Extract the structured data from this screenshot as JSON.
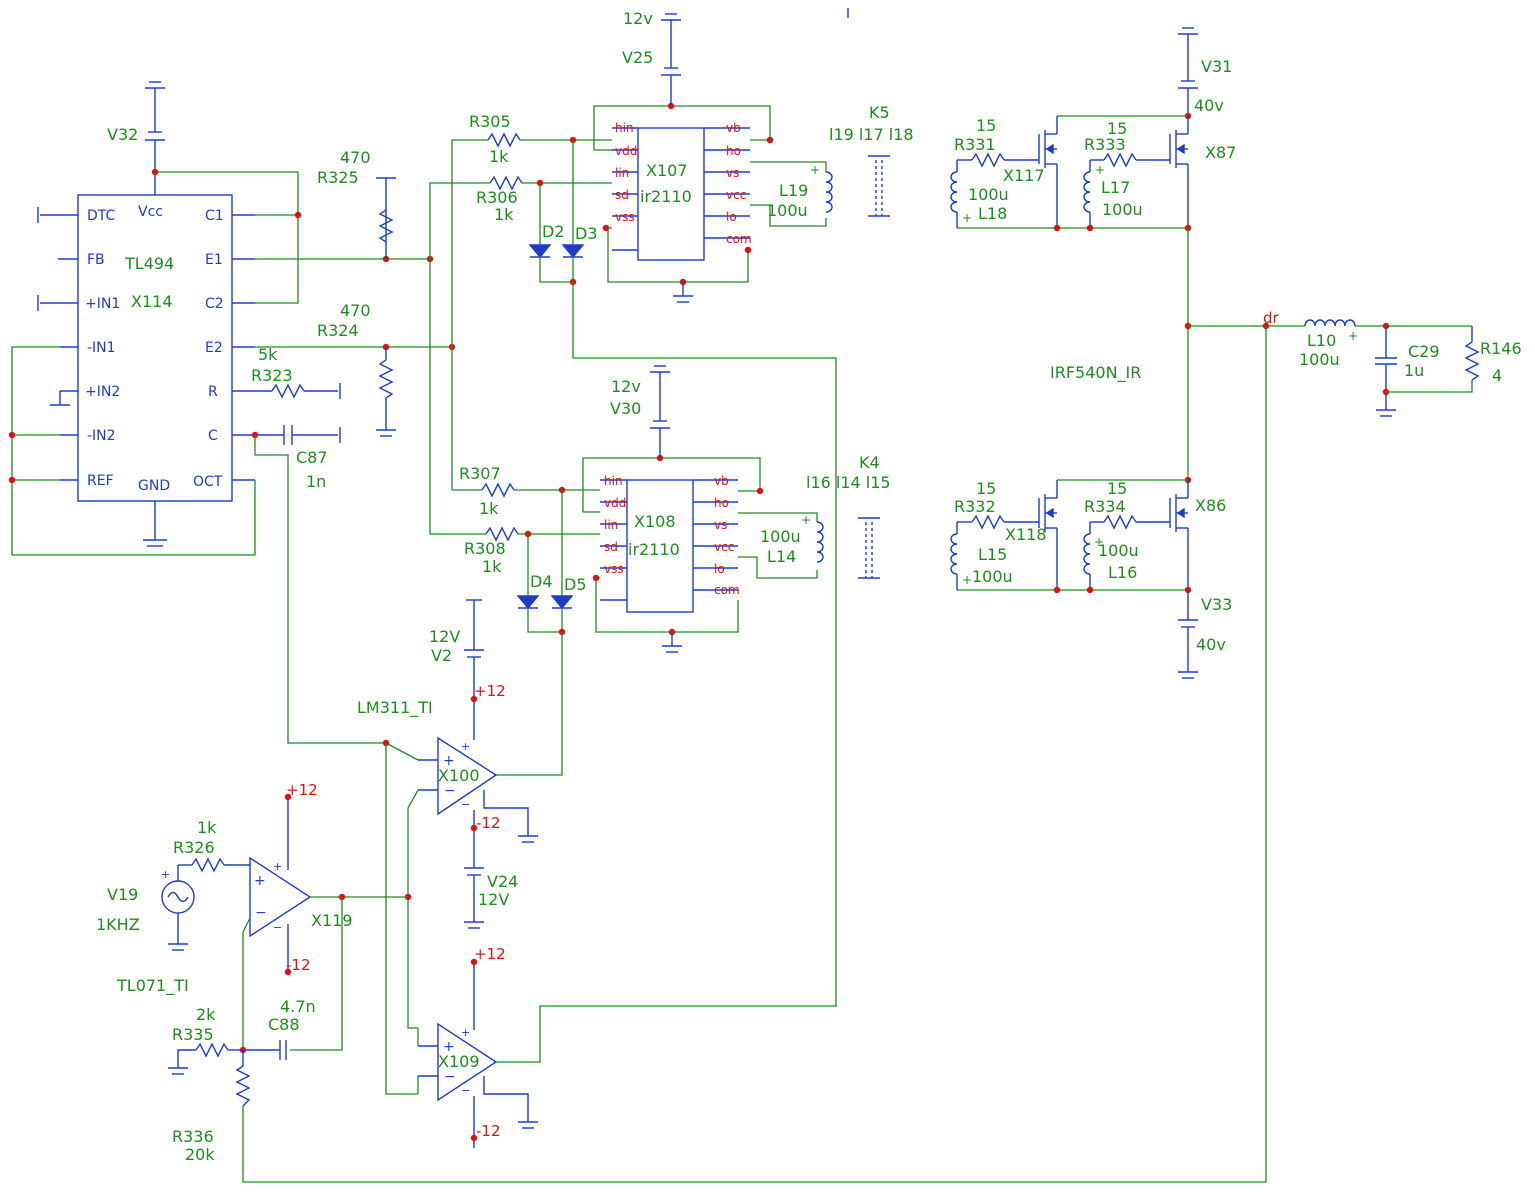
{
  "colors": {
    "wire": "#1e8c1e",
    "component": "#1e3cc8",
    "node": "#e01010",
    "label": "#1e8c1e"
  },
  "labels": {
    "v32": "V32",
    "r325_val": "470",
    "r325": "R325",
    "r324_val": "470",
    "r324": "R324",
    "r323_val": "5k",
    "r323": "R323",
    "c87": "C87",
    "c87_val": "1n",
    "r305": "R305",
    "r305_val": "1k",
    "r306": "R306",
    "r306_val": "1k",
    "r307": "R307",
    "r307_val": "1k",
    "r308": "R308",
    "r308_val": "1k",
    "d2": "D2",
    "d3": "D3",
    "d4": "D4",
    "d5": "D5",
    "v25_val": "12v",
    "v25": "V25",
    "v30_val": "12v",
    "v30": "V30",
    "x107": "X107",
    "x108": "X108",
    "ir2110a": "ir2110",
    "ir2110b": "ir2110",
    "k5": "K5",
    "k5_coils": "l19 l17 l18",
    "k4": "K4",
    "k4_coils": "l16 l14 l15",
    "l19": "L19",
    "l19_val": "100u",
    "l14_val": "100u",
    "l14": "L14",
    "v31": "V31",
    "v31_val": "40v",
    "x87": "X87",
    "x117": "X117",
    "r331_val": "15",
    "r331": "R331",
    "r333_val": "15",
    "r333": "R333",
    "l18_val": "100u",
    "l18": "L18",
    "l17": "L17",
    "l17_val": "100u",
    "irf": "IRF540N_IR",
    "r332_val": "15",
    "r332": "R332",
    "x118": "X118",
    "r334_val": "15",
    "r334": "R334",
    "x86": "X86",
    "l15": "L15",
    "l15_val": "100u",
    "l16_val": "100u",
    "l16": "L16",
    "v33": "V33",
    "v33_val": "40v",
    "dr": "dr",
    "l10": "L10",
    "l10_val": "100u",
    "c29": "C29",
    "c29_val": "1u",
    "r146": "R146",
    "r146_val": "4",
    "v2_val": "12V",
    "v2": "V2",
    "lm311": "LM311_TI",
    "x100": "X100",
    "x109": "X109",
    "v24": "V24",
    "v24_val": "12V",
    "p12_a": "+12",
    "m12_a": "-12",
    "p12_b": "+12",
    "m12_b": "-12",
    "p12_c": "+12",
    "m12_c": "-12",
    "r326_val": "1k",
    "r326": "R326",
    "v19": "V19",
    "v19_val": "1KHZ",
    "x119": "X119",
    "tl071": "TL071_TI",
    "r335_val": "2k",
    "r335": "R335",
    "c88_val": "4.7n",
    "c88": "C88",
    "r336": "R336",
    "r336_val": "20k"
  },
  "tl494": {
    "name": "TL494",
    "ref": "X114",
    "left_pins": [
      "DTC",
      "FB",
      "+IN1",
      "-IN1",
      "+IN2",
      "-IN2",
      "REF"
    ],
    "right_pins": [
      "C1",
      "E1",
      "C2",
      "E2",
      "R",
      "C",
      "OCT"
    ],
    "top_pin": "Vcc",
    "bottom_pin": "GND"
  },
  "ir2110_pins": {
    "left": [
      "hin",
      "vdd",
      "lin",
      "sd",
      "vss"
    ],
    "right": [
      "vb",
      "ho",
      "vs",
      "vcc",
      "lo",
      "com"
    ]
  }
}
